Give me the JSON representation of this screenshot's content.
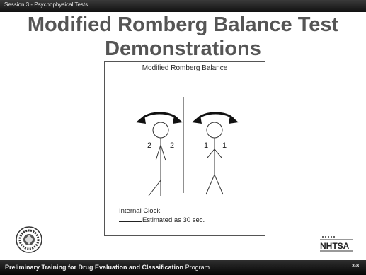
{
  "header": {
    "session_label": "Session 3 - Psychophysical Tests"
  },
  "slide": {
    "title_line1": "Modified Romberg Balance Test",
    "title_line2": "Demonstrations"
  },
  "diagram": {
    "title": "Modified Romberg Balance",
    "left_figure": {
      "label_left": "2",
      "label_right": "2"
    },
    "right_figure": {
      "label_left": "1",
      "label_right": "1"
    },
    "clock_heading": "Internal Clock:",
    "clock_estimate": "Estimated as 30 sec."
  },
  "footer": {
    "program_bold": "Preliminary Training for Drug Evaluation and Classification",
    "program_tail": " Program",
    "page_number": "3-8"
  },
  "logos": {
    "nhtsa_text": "NHTSA"
  }
}
